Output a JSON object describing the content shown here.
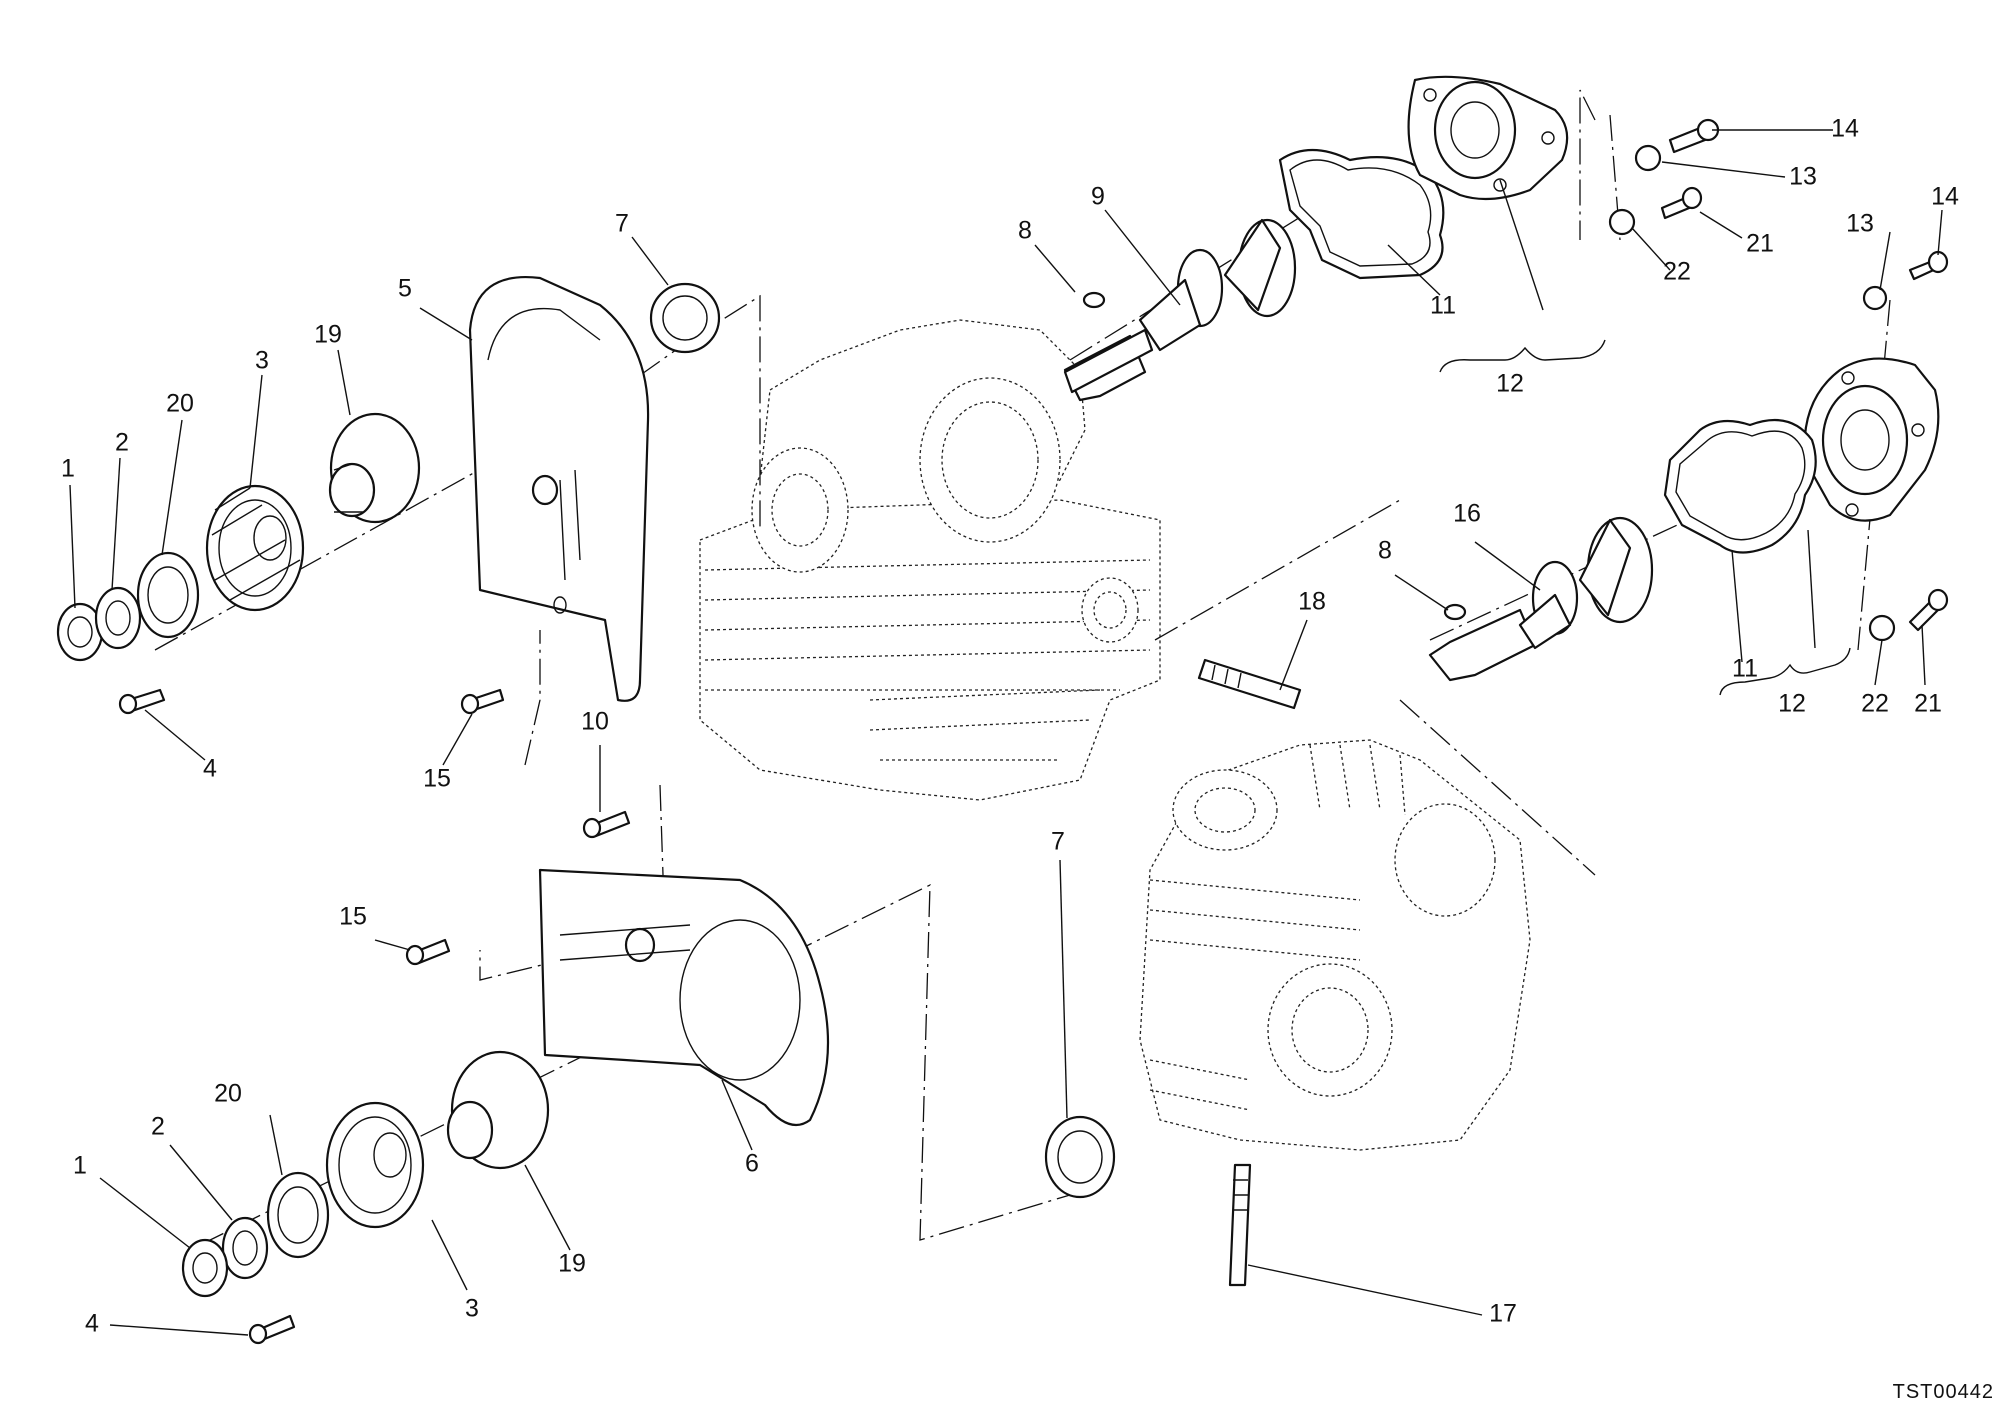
{
  "diagram": {
    "drawing_code": "TST00442",
    "callouts": {
      "c1a": "1",
      "c2a": "2",
      "c20a": "20",
      "c3a": "3",
      "c19a": "19",
      "c5": "5",
      "c7a": "7",
      "c4a": "4",
      "c15a": "15",
      "c8a": "8",
      "c9": "9",
      "c11a": "11",
      "c12a": "12",
      "c14a": "14",
      "c13a": "13",
      "c21a": "21",
      "c22a": "22",
      "c14b": "14",
      "c13b": "13",
      "c16": "16",
      "c8b": "8",
      "c11b": "11",
      "c12b": "12",
      "c22b": "22",
      "c21b": "21",
      "c18": "18",
      "c10": "10",
      "c15b": "15",
      "c7b": "7",
      "c6": "6",
      "c20b": "20",
      "c2b": "2",
      "c1b": "1",
      "c19b": "19",
      "c3b": "3",
      "c4b": "4",
      "c17": "17"
    }
  }
}
